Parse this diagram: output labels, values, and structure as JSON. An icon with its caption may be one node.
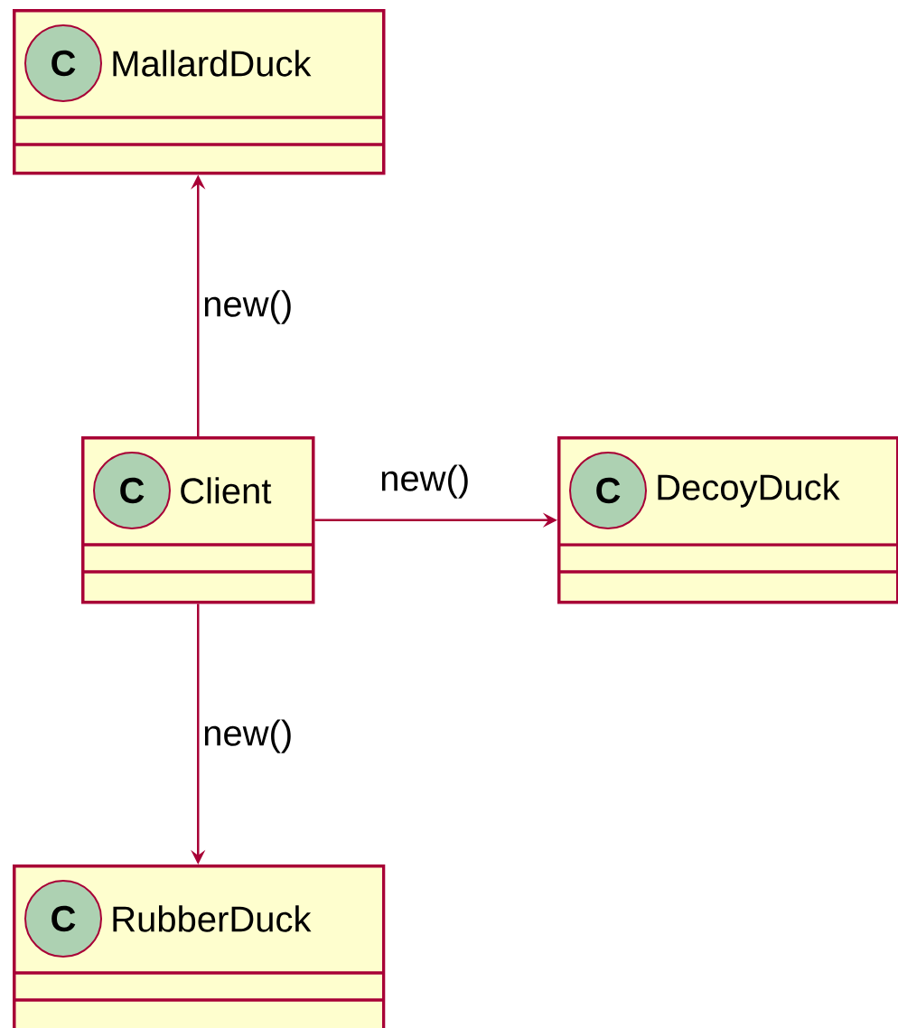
{
  "diagram": {
    "nodes": [
      {
        "text": [
          "C",
          "MallardDuck"
        ]
      },
      {
        "text": [
          "C",
          "Client"
        ]
      },
      {
        "text": [
          "C",
          "DecoyDuck"
        ]
      },
      {
        "text": [
          "C",
          "RubberDuck"
        ]
      }
    ],
    "edges": [
      {
        "from": 1,
        "to": 0,
        "arrow": "to",
        "label": "new()"
      },
      {
        "from": 1,
        "to": 2,
        "arrow": "to",
        "label": "new()"
      },
      {
        "from": 1,
        "to": 3,
        "arrow": "to",
        "label": "new()"
      }
    ]
  }
}
